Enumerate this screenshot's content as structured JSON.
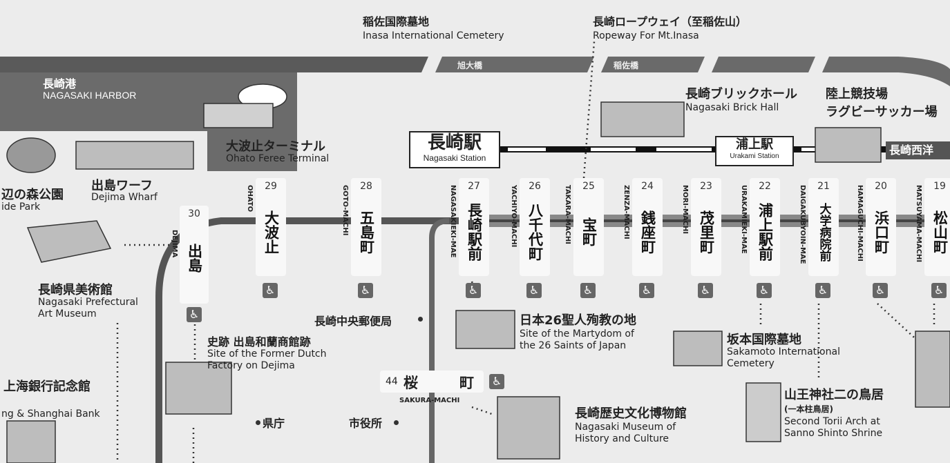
{
  "harbor": {
    "jp": "長崎港",
    "en": "NAGASAKI HARBOR"
  },
  "bridges": {
    "asahi": "旭大橋",
    "inasa": "稲佐橋"
  },
  "top_labels": {
    "cemetery_jp": "稲佐国際墓地",
    "cemetery_en": "Inasa International Cemetery",
    "ropeway_jp": "長崎ロープウェイ（至稲佐山）",
    "ropeway_en": "Ropeway For Mt.Inasa"
  },
  "places": {
    "brick_hall_jp": "長崎ブリックホール",
    "brick_hall_en": "Nagasaki Brick Hall",
    "stadium_jp1": "陸上競技場",
    "stadium_jp2": "ラグビーサッカー場",
    "terminal_jp": "大波止ターミナル",
    "terminal_en": "Ohato Feree Terminal",
    "wharf_jp": "出島ワーフ",
    "wharf_en": "Dejima Wharf",
    "park_jp": "辺の森公園",
    "park_en": "ide Park",
    "museum_jp": "長崎県美術館",
    "museum_en1": "Nagasaki Prefectural",
    "museum_en2": "Art  Museum",
    "bank_jp": "上海銀行記念館",
    "bank_en": "ng & Shanghai Bank",
    "dejima_site_jp": "史跡 出島和蘭商館跡",
    "dejima_site_en1": "Site of the Former Dutch",
    "dejima_site_en2": "Factory on Dejima",
    "post_office_jp": "長崎中央郵便局",
    "martyrs_jp": "日本26聖人殉教の地",
    "martyrs_en1": "Site of the Martydom of",
    "martyrs_en2": "the 26 Saints of Japan",
    "sakamoto_jp": "坂本国際墓地",
    "sakamoto_en1": "Sakamoto International",
    "sakamoto_en2": "Cemetery",
    "sanno_jp": "山王神社二の鳥居",
    "sanno_sub": "(一本柱鳥居)",
    "sanno_en1": "Second Torii Arch at",
    "sanno_en2": "Sanno Shinto Shrine",
    "history_jp": "長崎歴史文化博物館",
    "history_en1": "Nagasaki Museum of",
    "history_en2": "History and Culture",
    "prefecture": "県庁",
    "city_hall": "市役所"
  },
  "stations": {
    "nagasaki_jp": "長崎駅",
    "nagasaki_en": "Nagasaki Station",
    "urakami_jp": "浦上駅",
    "urakami_en": "Urakami Station",
    "nishi_jp": "長崎西洋"
  },
  "stops": [
    {
      "num": "30",
      "name": "出島",
      "roman": "DEJIMA"
    },
    {
      "num": "29",
      "name": "大波止",
      "roman": "OHATO"
    },
    {
      "num": "28",
      "name": "五島町",
      "roman": "GOTO-MACHI"
    },
    {
      "num": "27",
      "name": "長崎駅前",
      "roman": "NAGASAKIEKI-MAE"
    },
    {
      "num": "26",
      "name": "八千代町",
      "roman": "YACHIYO-MACHI"
    },
    {
      "num": "25",
      "name": "宝町",
      "roman": "TAKARA-MACHI"
    },
    {
      "num": "24",
      "name": "銭座町",
      "roman": "ZENZA-MACHI"
    },
    {
      "num": "23",
      "name": "茂里町",
      "roman": "MORI-MACHI"
    },
    {
      "num": "22",
      "name": "浦上駅前",
      "roman": "URAKAMIEKI-MAE"
    },
    {
      "num": "21",
      "name": "大学病院前",
      "roman": "DAIGAKUBYOIN-MAE"
    },
    {
      "num": "20",
      "name": "浜口町",
      "roman": "HAMAGUCHI-MACHI"
    },
    {
      "num": "19",
      "name": "松山町",
      "roman": "MATSUYAMA-MACHI"
    }
  ],
  "sakura": {
    "num": "44",
    "name1": "桜",
    "name2": "町",
    "roman": "SAKURA-MACHI"
  },
  "icons": {
    "accessibility": "wheelchair-icon",
    "access_glyph": "♿"
  }
}
